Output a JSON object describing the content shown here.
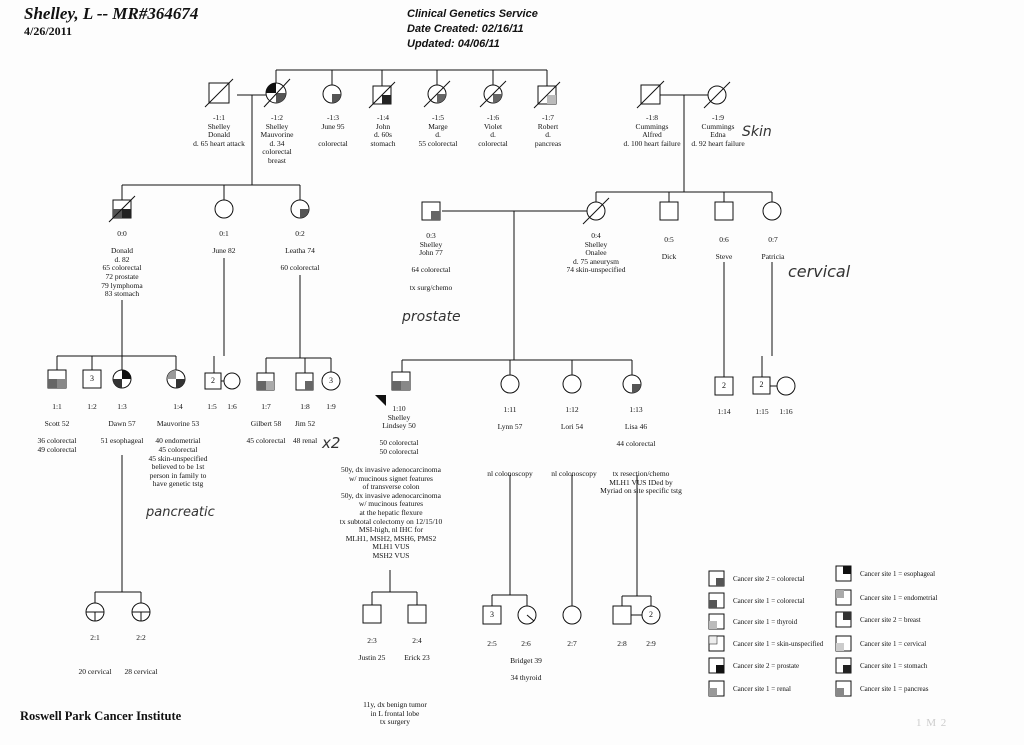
{
  "header": {
    "patient": "Shelley, L -- MR#364674",
    "date": "4/26/2011",
    "service": "Clinical Genetics Service",
    "created": "Date Created:  02/16/11",
    "updated": "Updated: 04/06/11"
  },
  "footer": {
    "institution": "Roswell Park Cancer Institute",
    "page_mark": "1 M 2"
  },
  "individuals": [
    {
      "id": "-1:1",
      "text": "-1:1\nShelley\nDonald\nd. 65 heart attack"
    },
    {
      "id": "-1:2",
      "text": "-1:2\nShelley\nMauvorine\nd. 34\ncolorectal\nbreast"
    },
    {
      "id": "-1:3",
      "text": "-1:3\nJune 95\n\ncolorectal"
    },
    {
      "id": "-1:4",
      "text": "-1:4\nJohn\nd. 60s\nstomach"
    },
    {
      "id": "-1:5",
      "text": "-1:5\nMarge\nd.\n55 colorectal"
    },
    {
      "id": "-1:6",
      "text": "-1:6\nViolet\nd.\ncolorectal"
    },
    {
      "id": "-1:7",
      "text": "-1:7\nRobert\nd.\npancreas"
    },
    {
      "id": "-1:8",
      "text": "-1:8\nCummings\nAlfred\nd. 100 heart failure"
    },
    {
      "id": "-1:9",
      "text": "-1:9\nCummings\nEdna\nd. 92 heart failure"
    },
    {
      "id": "0:0",
      "text": "0:0\n\nDonald\nd. 82\n65 colorectal\n72 prostate\n79 lymphoma\n83 stomach"
    },
    {
      "id": "0:1",
      "text": "0:1\n\nJune 82"
    },
    {
      "id": "0:2",
      "text": "0:2\n\nLeatha 74\n\n60 colorectal"
    },
    {
      "id": "0:3",
      "text": "0:3\nShelley\nJohn 77\n\n64 colorectal\n\ntx surg/chemo"
    },
    {
      "id": "0:4",
      "text": "0:4\nShelley\nOnalee\nd. 75 aneurysm\n74 skin-unspecified"
    },
    {
      "id": "0:5",
      "text": "0:5\n\nDick"
    },
    {
      "id": "0:6",
      "text": "0:6\n\nSteve"
    },
    {
      "id": "0:7",
      "text": "0:7\n\nPatricia"
    },
    {
      "id": "1:1",
      "text": "1:1\n\nScott 52\n\n36 colorectal\n49 colorectal"
    },
    {
      "id": "1:2",
      "text": "1:2"
    },
    {
      "id": "1:3",
      "text": "1:3\n\nDawn 57\n\n51 esophageal"
    },
    {
      "id": "1:4",
      "text": "1:4\n\nMauvorine 53\n\n40 endometrial\n45 colorectal\n45 skin-unspecified\nbelieved to be 1st\nperson in family to\nhave genetic tstg"
    },
    {
      "id": "1:5",
      "text": "1:5"
    },
    {
      "id": "1:6",
      "text": "1:6"
    },
    {
      "id": "1:7",
      "text": "1:7\n\nGilbert 58\n\n45 colorectal"
    },
    {
      "id": "1:8",
      "text": "1:8\n\nJim 52\n\n48 renal"
    },
    {
      "id": "1:9",
      "text": "1:9"
    },
    {
      "id": "1:10",
      "text": "1:10\nShelley\nLindsey 50\n\n50 colorectal\n50 colorectal"
    },
    {
      "id": "1:11",
      "text": "1:11\n\nLynn 57"
    },
    {
      "id": "1:12",
      "text": "1:12\n\nLori 54"
    },
    {
      "id": "1:13",
      "text": "1:13\n\nLisa 46\n\n44 colorectal"
    },
    {
      "id": "1:14",
      "text": "1:14"
    },
    {
      "id": "1:15",
      "text": "1:15"
    },
    {
      "id": "1:16",
      "text": "1:16"
    },
    {
      "id": "2:1",
      "text": "2:1\n\n\n\n20 cervical"
    },
    {
      "id": "2:2",
      "text": "2:2\n\n\n\n28 cervical"
    },
    {
      "id": "2:3",
      "text": "2:3\n\nJustin 25"
    },
    {
      "id": "2:4",
      "text": "2:4\n\nErick 23"
    },
    {
      "id": "2:5",
      "text": "2:5"
    },
    {
      "id": "2:6",
      "text": "2:6\n\nBridget 39\n\n34 thyroid"
    },
    {
      "id": "2:7",
      "text": "2:7"
    },
    {
      "id": "2:8",
      "text": "2:8"
    },
    {
      "id": "2:9",
      "text": "2:9"
    }
  ],
  "notes": {
    "lindsey": "50y, dx invasive adenocarcinoma\nw/ mucinous signet features\nof transverse colon\n50y, dx invasive adenocarcinoma\nw/ mucinous features\nat the hepatic flexure\ntx subtotal colectomy on 12/15/10\nMSI-high, nl IHC for\nMLH1, MSH2, MSH6, PMS2\nMLH1 VUS\nMSH2 VUS",
    "lynn": "nl colonoscopy",
    "lori": "nl colonoscopy",
    "lisa": "tx resection/chemo\nMLH1 VUS IDed by\nMyriad on site specific tstg",
    "erick": "11y, dx benign tumor\nin L frontal lobe\ntx surgery"
  },
  "handwriting": {
    "skin": "Skin",
    "prostate": "prostate",
    "cervical": "cervical",
    "pancreatic": "pancreatic",
    "times_two": "x2"
  },
  "counts": {
    "c1_2": "3",
    "c1_5": "2",
    "c1_9": "3",
    "c1_14": "2",
    "c1_15": "2",
    "c2_5": "3",
    "c2_9": "2"
  },
  "legend": [
    {
      "label": "Cancer site 2 = colorectal"
    },
    {
      "label": "Cancer site 1 = colorectal"
    },
    {
      "label": "Cancer site 1 = thyroid"
    },
    {
      "label": "Cancer site 1 = skin-unspecified"
    },
    {
      "label": "Cancer site 2 = prostate"
    },
    {
      "label": "Cancer site 1 = renal"
    },
    {
      "label": "Cancer site 1 = esophageal"
    },
    {
      "label": "Cancer site 1 = endometrial"
    },
    {
      "label": "Cancer site 2 = breast"
    },
    {
      "label": "Cancer site 1 = cervical"
    },
    {
      "label": "Cancer site 1 = stomach"
    },
    {
      "label": "Cancer site 1 = pancreas"
    }
  ]
}
